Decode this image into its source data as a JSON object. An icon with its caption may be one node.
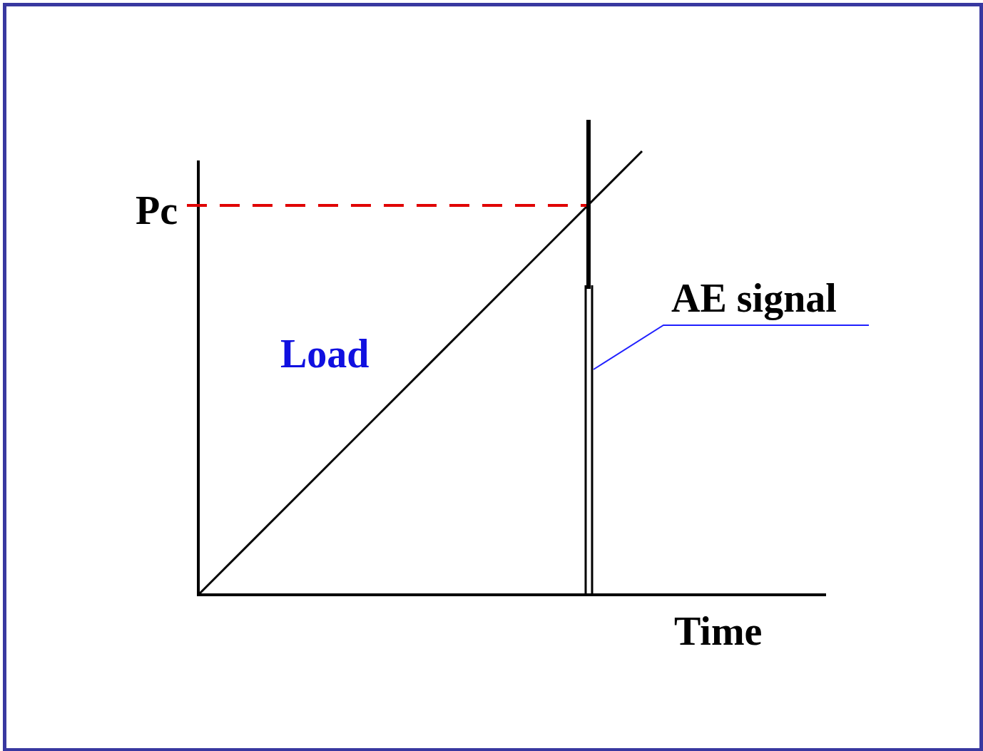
{
  "diagram": {
    "nodes": [
      {
        "text": [
          "AE signal"
        ]
      },
      {
        "text": [],
        "shape": "bar"
      }
    ],
    "edges": [
      {
        "from": 0,
        "to": 1,
        "arrow": "none"
      }
    ],
    "labels": [
      "Pc",
      "Load",
      "Time"
    ]
  }
}
